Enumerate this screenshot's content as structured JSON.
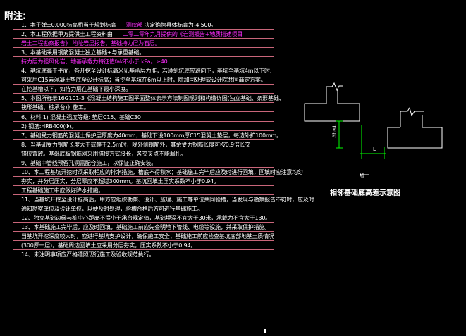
{
  "title": "附注:",
  "notes": [
    {
      "a": "1、本子弹±0.000标高相当于规划标高",
      "b": "测绘部",
      "c": "  决定确物具体标高为-4.500。"
    },
    {
      "a": "2、本工程依据甲方提供土工程资料由",
      "b": "二零二零年九月提供的《岩测报告+地质描述项目",
      "c": ""
    },
    {
      "a": "",
      "b": "岩土工程勘察报告》 地址岩层报告、基础持力层为石层。",
      "c": ""
    },
    {
      "a": "3、本基础采用钢筋混凝土独立基础+与承重基础。",
      "b": "",
      "c": ""
    },
    {
      "a": "",
      "b": "持力层为强风化岩、地基承载力特征值fak不小于     kPa。≥40",
      "c": ""
    },
    {
      "a": "4、基坑底高于平面，各开挖至设计标高米见基承层为准，若碰到坑底应避向下，基坑至基坑4m以下时,",
      "b": "",
      "c": ""
    },
    {
      "a": "   可采用C15素混凝土垫底至设计标高；当挖至基坑在6m以上时，除加固处理或设计院共同商定方案。",
      "b": "",
      "c": ""
    },
    {
      "a": "   在挖基槽以下，如持力层在基础下最小深度。",
      "b": "",
      "c": ""
    },
    {
      "a": "5、本图所标示16G101-3《混凝土结构施工图平面整体表示方法制图规则和构造详图(独立基础、条形基础、",
      "b": "",
      "c": ""
    },
    {
      "a": "   筏形基础、桩承台)》施工。",
      "b": "",
      "c": ""
    },
    {
      "a": "6、材料:1) 混凝土强度等级: 垫层C15、基础C30",
      "b": "",
      "c": ""
    },
    {
      "a": "        2) 钢筋:HRB400(Φ)。",
      "b": "",
      "c": ""
    },
    {
      "a": "7、基础受力钢筋的混凝土保护层厚度为40mm，基础下设100mm厚C15混凝土垫层，每边外扩100mm。",
      "b": "",
      "c": ""
    },
    {
      "a": "8、当基础受力钢筋长度大于或等于2.5m时，除外侧钢筋外，其余受力钢筋长度可按0.9倍长交",
      "b": "",
      "c": ""
    },
    {
      "a": "   错位置放。基础底板钢筋网采用搭接方式接长，各交叉点不能漏扎。",
      "b": "",
      "c": ""
    },
    {
      "a": "9、基础中管线预留孔洞需配合施工，以保证正确安装。",
      "b": "",
      "c": ""
    },
    {
      "a": "10、本工程基坑开挖时须采取相应的排水措施，槽底不得积水；基础施工完毕后应及时进行回填，回填时应注意均匀",
      "b": "",
      "c": ""
    },
    {
      "a": "   夯实，并分层压实，分层厚度不超过300mm。基坑回填土压实系数不小于0.94。",
      "b": "",
      "c": ""
    },
    {
      "a": "   工程基础施工中应做好降水措施。",
      "b": "",
      "c": ""
    },
    {
      "a": "11、当基坑开挖至设计标高后，甲方应组织勘察、设计、监理、施工等单位共同验槽，当发现与勘察报告不符时，应及时",
      "b": "",
      "c": ""
    },
    {
      "a": "   通知勘察单位及设计单位，以便及时处理，验槽合格后方可进行基础施工。",
      "b": "",
      "c": ""
    },
    {
      "a": "12、独立基础边缘与桩中心距离不得小于承台规定值，基础埋深不宜大于30米，承载力不宜大于130。",
      "b": "",
      "c": ""
    },
    {
      "a": "13、本基础施工完毕后，应及时回填，基础施工前应先查明地下管线、电缆等设施，并采取保护措施。",
      "b": "",
      "c": ""
    },
    {
      "a": "   当基坑开挖深度较大时，应进行基坑支护设计，确保施工安全；基础施工前应检查基坑底部地基土质情况",
      "b": "",
      "c": ""
    },
    {
      "a": "   (300厚一层)，基础周边回填土应采用分层夯实，压实系数不小于0.94。",
      "b": "",
      "c": ""
    },
    {
      "a": "14、未注明事项应严格遵照现行施工及验收规范执行。",
      "b": "",
      "c": ""
    }
  ],
  "detail": {
    "title": "相邻基础底高差示意图",
    "subtitle": "墙一",
    "dim_vertical": "Δh≤L",
    "dim_horizontal": "L"
  },
  "colors": {
    "background": "#000000",
    "separator": "#c9667a",
    "highlight": "#ff2bff",
    "drawing": "#ffffff",
    "dimension": "#00ff00"
  }
}
